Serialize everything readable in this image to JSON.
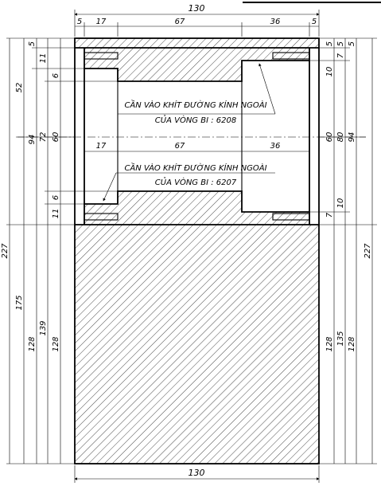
{
  "dimensions": {
    "top_overall": "130",
    "bottom_overall": "130",
    "top_segments": [
      "5",
      "17",
      "67",
      "36",
      "5"
    ],
    "middle_segments": [
      "17",
      "67",
      "36"
    ],
    "left_outer": [
      "227",
      "175",
      "52"
    ],
    "left_inner": [
      "5",
      "11",
      "6",
      "94",
      "72",
      "60",
      "6",
      "11",
      "128",
      "139",
      "128"
    ],
    "right_inner": [
      "5",
      "5",
      "5",
      "7",
      "10",
      "60",
      "80",
      "94",
      "7",
      "10",
      "128",
      "135",
      "128"
    ],
    "right_outer": [
      "227"
    ]
  },
  "notes": {
    "upper_line1": "CẦN VÀO KHÍT ĐƯỜNG KÍNH NGOÀI",
    "upper_line2": "CỦA VÒNG BI : 6208",
    "lower_line1": "CẦN VÀO KHÍT ĐƯỜNG KÍNH NGOÀI",
    "lower_line2": "CỦA VÒNG BI : 6207"
  }
}
